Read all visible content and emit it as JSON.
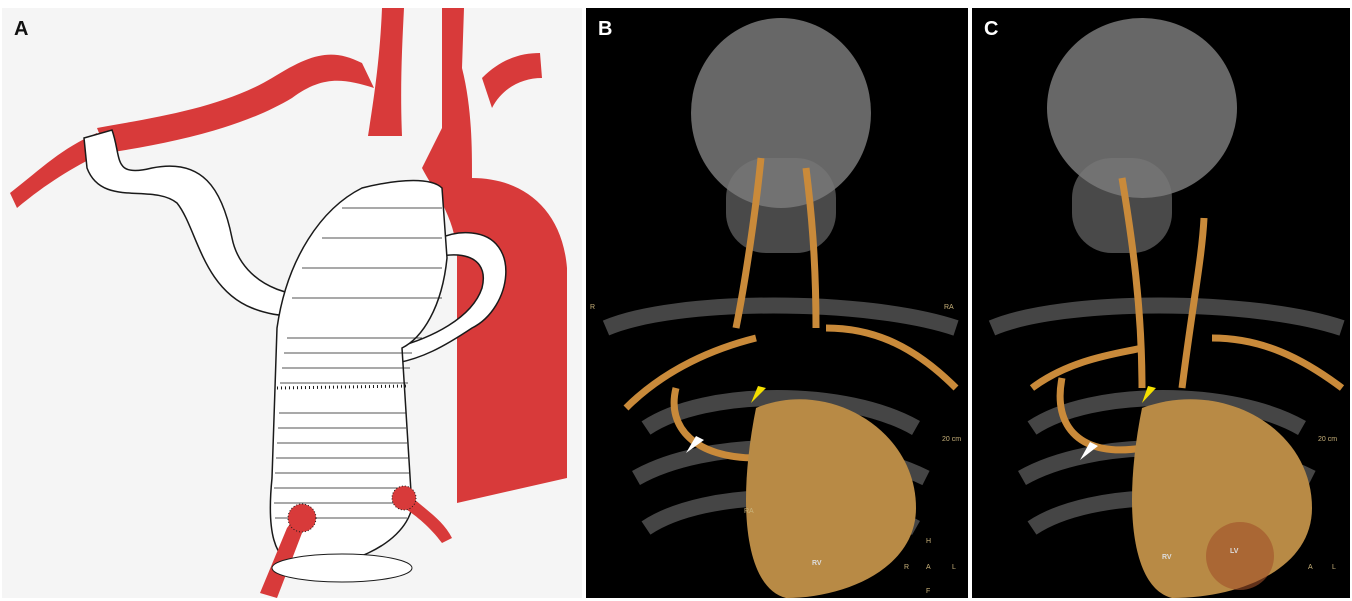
{
  "panels": {
    "a": {
      "letter": "A"
    },
    "b": {
      "letter": "B",
      "labels": {
        "r_left": "R",
        "ra_right": "RA",
        "scale": "20 cm",
        "ra": "RA",
        "rv": "RV",
        "h": "H",
        "a": "A",
        "l": "L",
        "r": "R",
        "f": "F"
      }
    },
    "c": {
      "letter": "C",
      "labels": {
        "scale": "20 cm",
        "rv": "RV",
        "lv": "LV",
        "a": "A",
        "l": "L"
      }
    }
  },
  "colors": {
    "artery_red": "#d83a3a",
    "graft_outline": "#1a1a1a",
    "vessel_orange": "#c98a3a",
    "bone": "#b5b5b5"
  }
}
